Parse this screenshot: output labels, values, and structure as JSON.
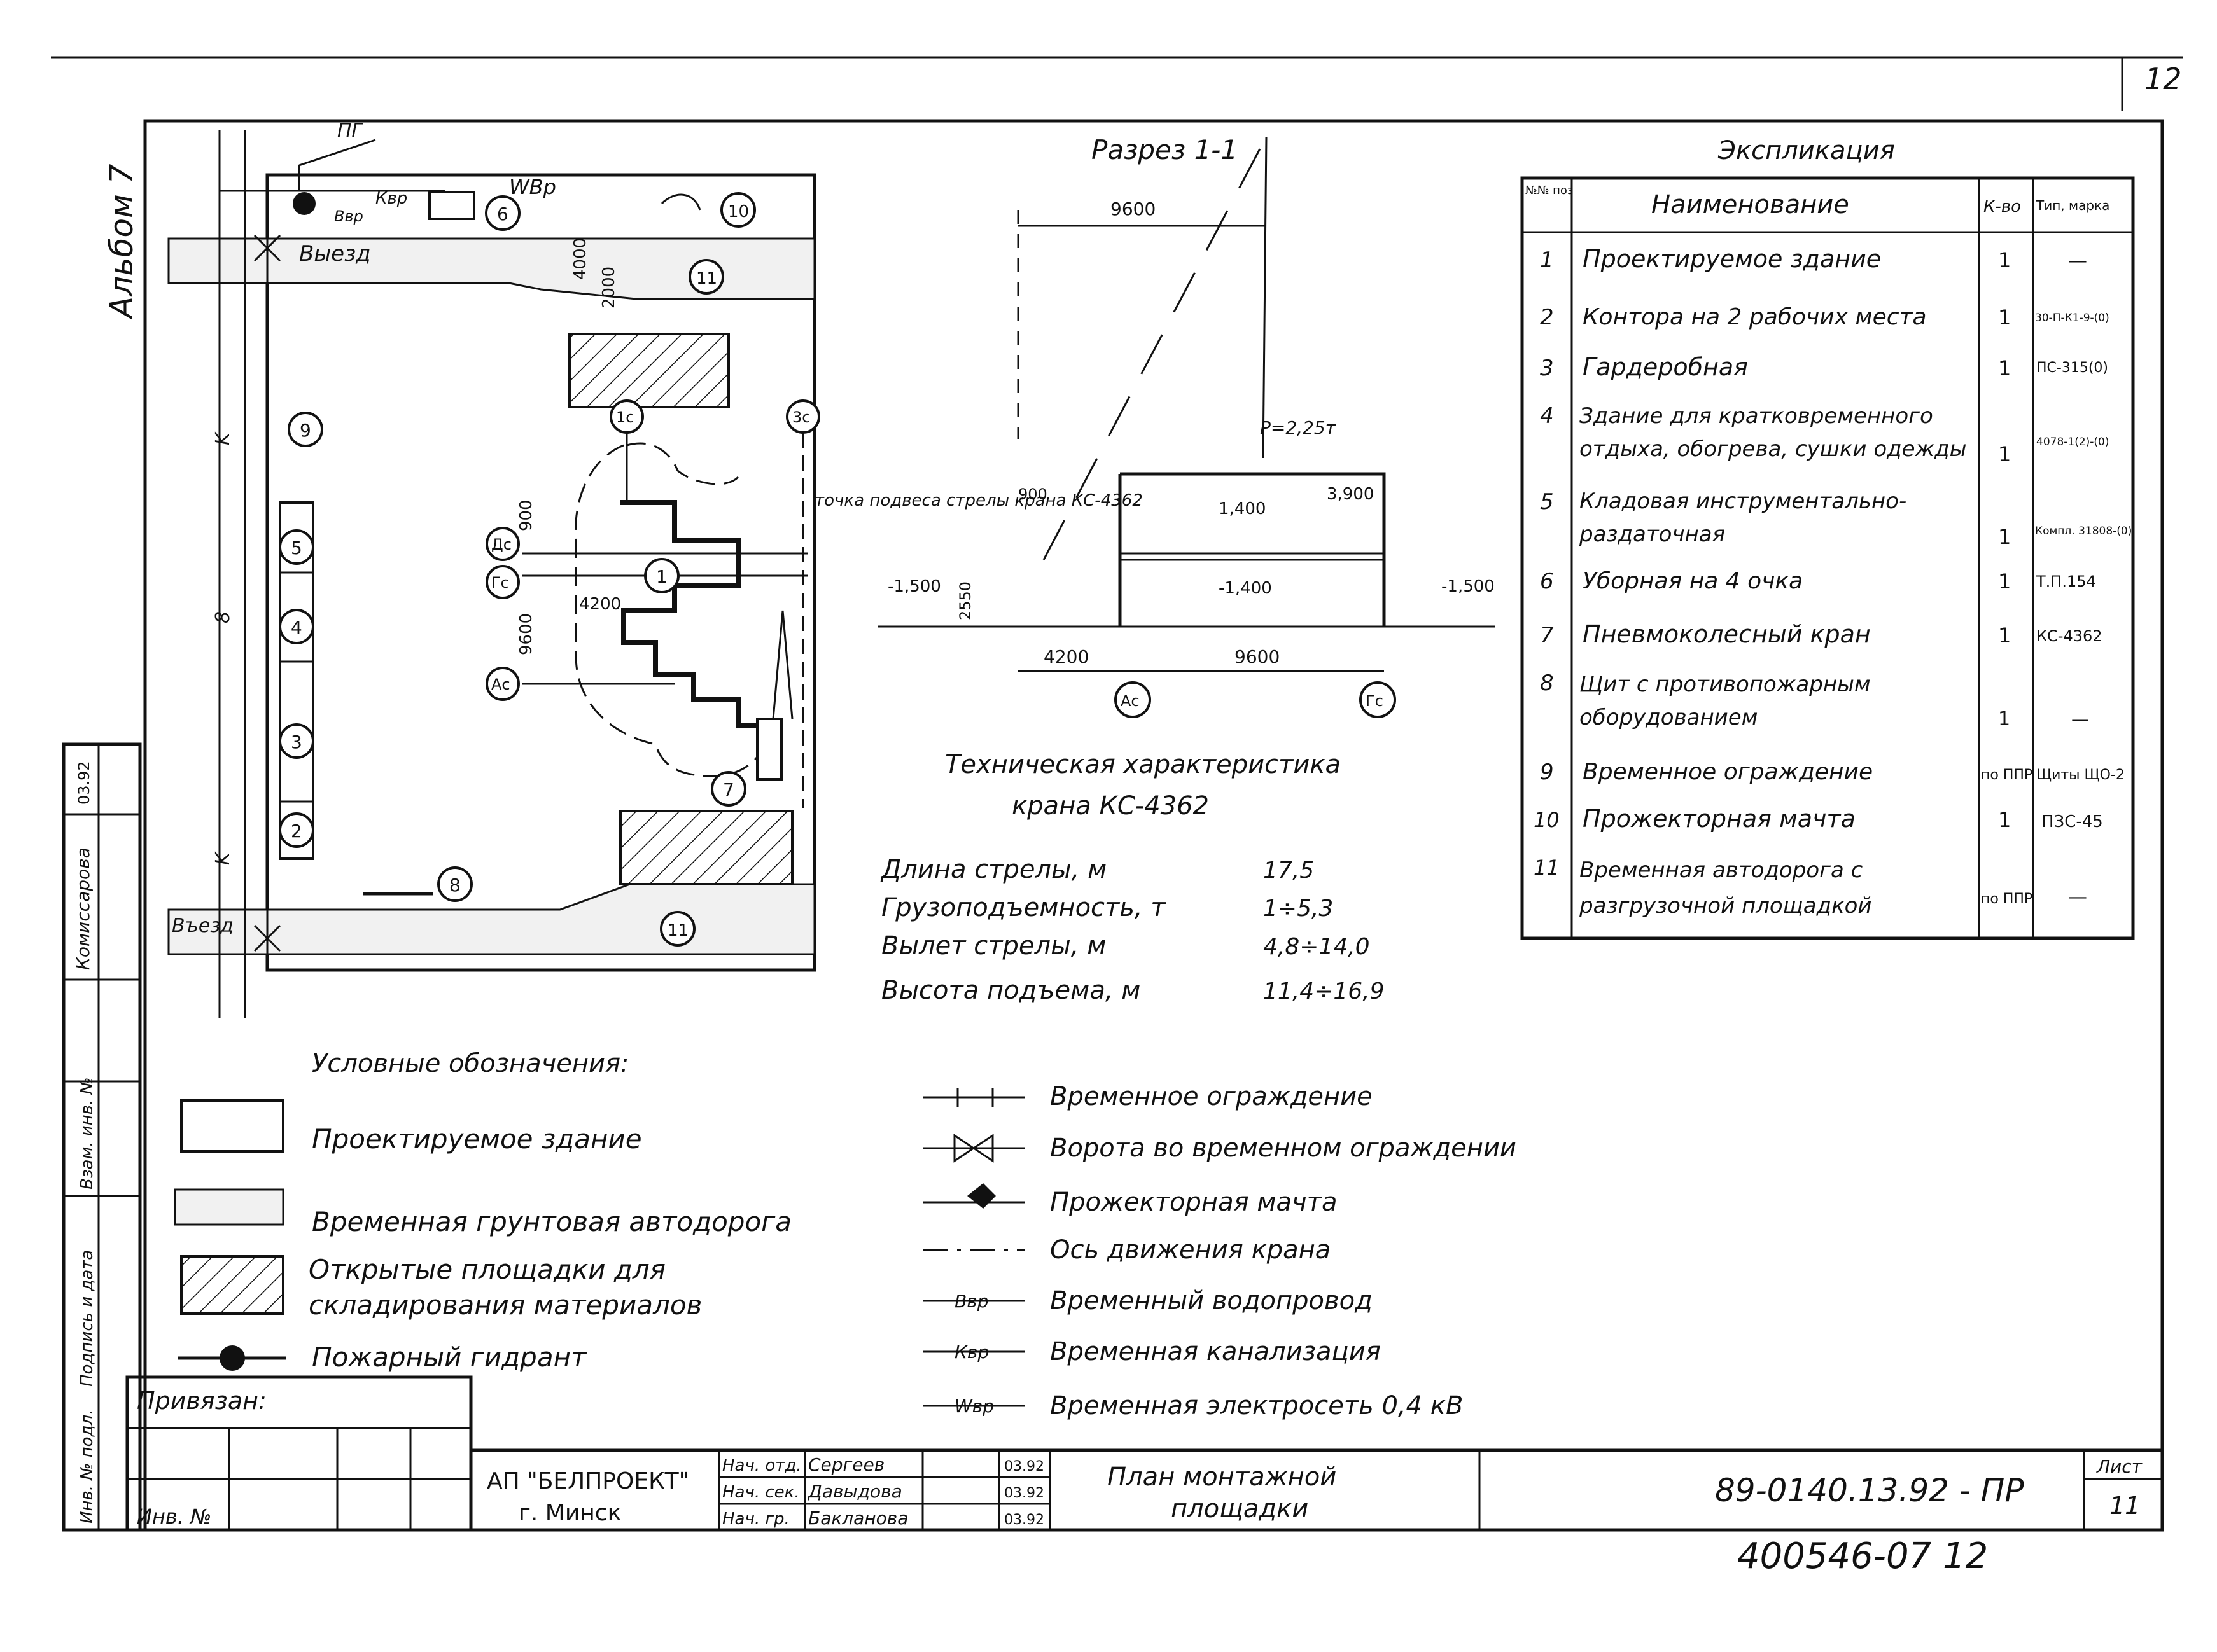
{
  "sheet": {
    "page_number_top": "12",
    "album": "Альбом 7",
    "bottom_stamp": "400546-07  12"
  },
  "site_plan": {
    "labels": {
      "pg": "ПГ",
      "vbp": "Ввр",
      "kbp": "Квр",
      "wbp": "WВр",
      "exit": "Выезд",
      "entry": "Въезд",
      "dim_4000": "4000",
      "dim_2000": "2000",
      "dim_900": "900",
      "dim_9600": "9600",
      "dim_4200": "4200",
      "k": "K",
      "eight": "8",
      "axis_1c": "1с",
      "axis_3c": "3с",
      "axis_ac": "Ас",
      "axis_gc": "Гс",
      "axis_dc": "Дс",
      "hang_point": "точка подвеса стрелы крана КС-4362"
    },
    "markers": [
      "1",
      "2",
      "3",
      "4",
      "5",
      "6",
      "7",
      "8",
      "9",
      "10",
      "11",
      "11"
    ]
  },
  "section": {
    "title": "Разрез 1-1",
    "dim_9600_top": "9600",
    "load": "P=2,25т",
    "dim_900": "900",
    "dim_2550": "2550",
    "lvl_neg_1500_left": "-1,500",
    "lvl_neg_1500_right": "-1,500",
    "lvl_1400": "1,400",
    "lvl_neg_1400": "-1,400",
    "lvl_3900": "3,900",
    "dim_4200": "4200",
    "dim_9600_bottom": "9600",
    "axis_ac": "Ас",
    "axis_gc": "Гс"
  },
  "crane_specs": {
    "title_line1": "Техническая характеристика",
    "title_line2": "крана КС-4362",
    "rows": [
      {
        "label": "Длина стрелы, м",
        "value": "17,5"
      },
      {
        "label": "Грузоподъемность, т",
        "value": "1÷5,3"
      },
      {
        "label": "Вылет стрелы, м",
        "value": "4,8÷14,0"
      },
      {
        "label": "Высота подъема, м",
        "value": "11,4÷16,9"
      }
    ]
  },
  "explication": {
    "title": "Экспликация",
    "headers": {
      "num": "№№ поз",
      "name": "Наименование",
      "qty": "К-во",
      "type": "Тип, марка"
    },
    "rows": [
      {
        "num": "1",
        "name": "Проектируемое здание",
        "qty": "1",
        "type": "—"
      },
      {
        "num": "2",
        "name": "Контора на 2 рабочих места",
        "qty": "1",
        "type": "30-П-К1-9-(0)"
      },
      {
        "num": "3",
        "name": "Гардеробная",
        "qty": "1",
        "type": "ПС-315(0)"
      },
      {
        "num": "4",
        "name": "Здание для кратковременного отдыха, обогрева, сушки одежды",
        "qty": "1",
        "type": "4078-1(2)-(0)"
      },
      {
        "num": "5",
        "name": "Кладовая инструментально-раздаточная",
        "qty": "1",
        "type": "Компл. 31808-(0)"
      },
      {
        "num": "6",
        "name": "Уборная на 4 очка",
        "qty": "1",
        "type": "Т.П.154"
      },
      {
        "num": "7",
        "name": "Пневмоколесный кран",
        "qty": "1",
        "type": "КС-4362"
      },
      {
        "num": "8",
        "name": "Щит с противопожарным оборудованием",
        "qty": "1",
        "type": "—"
      },
      {
        "num": "9",
        "name": "Временное ограждение",
        "qty": "по ППР",
        "type": "Щиты ЩО-2"
      },
      {
        "num": "10",
        "name": "Прожекторная мачта",
        "qty": "1",
        "type": "ПЗС-45"
      },
      {
        "num": "11",
        "name": "Временная автодорога с разгрузочной площадкой",
        "qty": "по ППР",
        "type": "—"
      }
    ]
  },
  "legend": {
    "title": "Условные обозначения:",
    "left": [
      "Проектируемое здание",
      "Временная грунтовая автодорога",
      "Открытые площадки для складирования материалов",
      "Пожарный гидрант"
    ],
    "right": [
      {
        "code": "",
        "text": "Временное ограждение"
      },
      {
        "code": "",
        "text": "Ворота во временном ограждении"
      },
      {
        "code": "",
        "text": "Прожекторная мачта"
      },
      {
        "code": "",
        "text": "Ось движения крана"
      },
      {
        "code": "Ввр",
        "text": "Временный водопровод"
      },
      {
        "code": "Квр",
        "text": "Временная канализация"
      },
      {
        "code": "Wвр",
        "text": "Временная электросеть 0,4 кВ"
      }
    ]
  },
  "left_strip": {
    "date1": "03.92",
    "name": "Комиссарова",
    "row_labels": [
      "Инв. № подл.",
      "Подпись и дата",
      "Взам. инв. №"
    ]
  },
  "title_block": {
    "privyazan": "Привязан:",
    "inv": "Инв. №",
    "org1": "АП \"БЕЛПРОЕКТ\"",
    "org2": "г. Минск",
    "staff": [
      {
        "role": "Нач. отд.",
        "name": "Сергеев",
        "date": "03.92"
      },
      {
        "role": "Нач. сек.",
        "name": "Давыдова",
        "date": "03.92"
      },
      {
        "role": "Нач. гр.",
        "name": "Бакланова",
        "date": "03.92"
      }
    ],
    "drawing_title1": "План монтажной",
    "drawing_title2": "площадки",
    "code": "89-0140.13.92 - ПР",
    "sheet_label": "Лист",
    "sheet_num": "11"
  }
}
